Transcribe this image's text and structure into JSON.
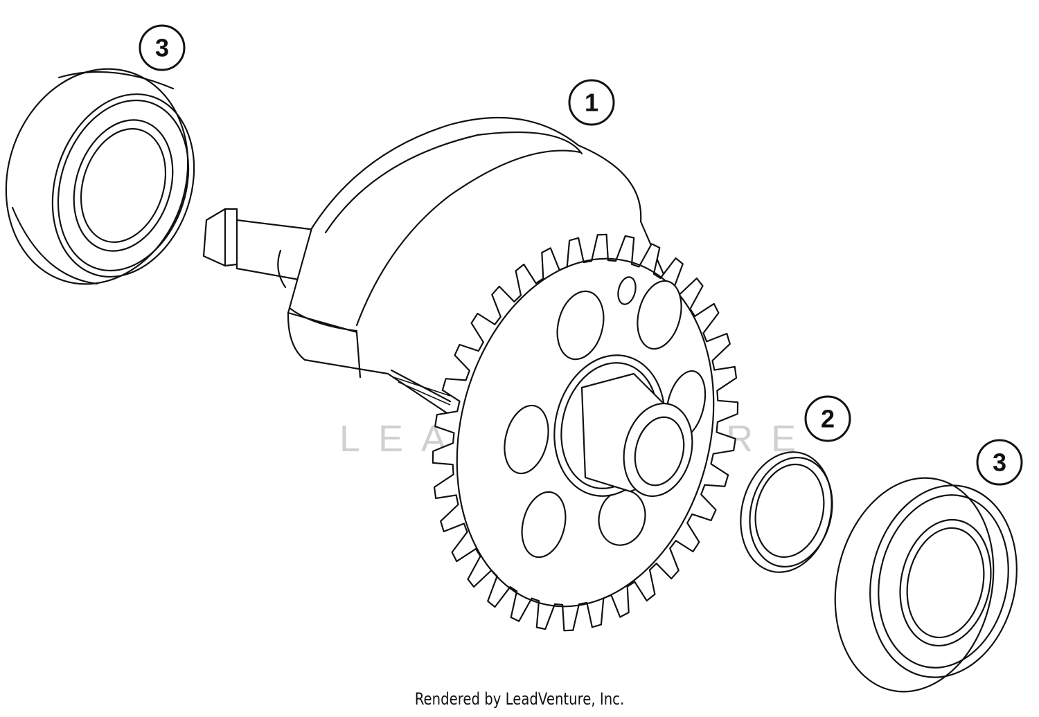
{
  "callouts": {
    "c1": "1",
    "c2": "2",
    "c3_top": "3",
    "c3_bottom": "3"
  },
  "watermark": "LEADVENTURE",
  "footer": "Rendered by LeadVenture, Inc."
}
